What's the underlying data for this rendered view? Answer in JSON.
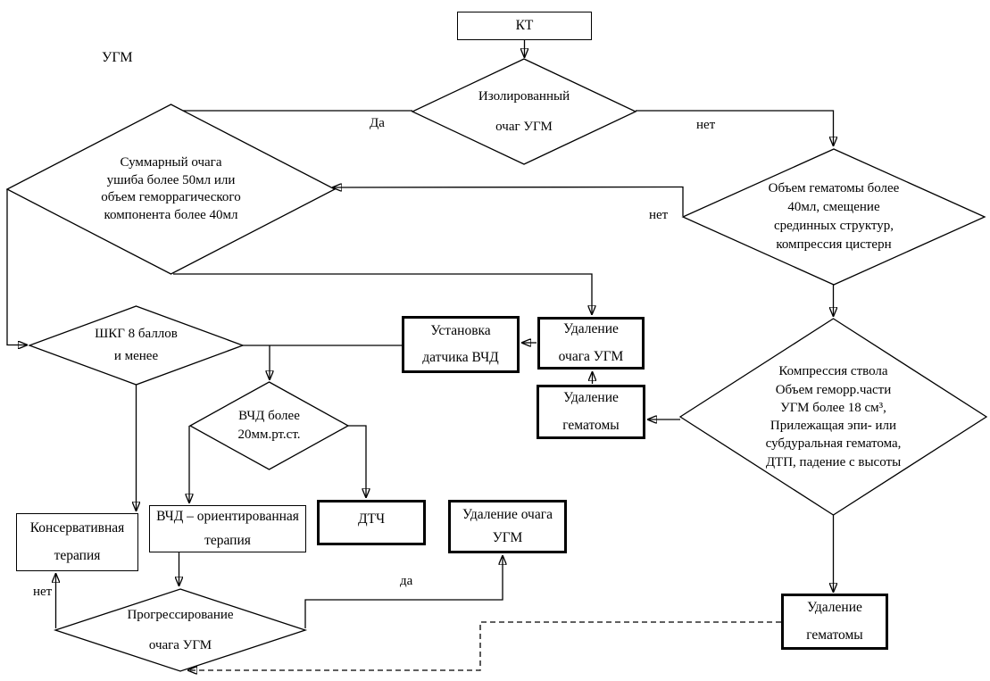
{
  "title": "УГМ",
  "nodes": {
    "kt": "КТ",
    "isolated": "Изолированный\nочаг УГМ",
    "summary_volume": "Суммарный очага\nушиба более 50мл или\nобъем геморрагического\nкомпонента более 40мл",
    "hematoma_volume": "Объем гематомы более\n40мл, смещение\nсрединных структур,\nкомпрессия цистерн",
    "gcs": "ШКГ 8 баллов\nи менее",
    "icp_level": "ВЧД более\n20мм.рт.ст.",
    "compression": "Компрессия ствола\nОбъем геморр.части\nУГМ более 18 см³,\nПрилежащая эпи- или\nсубдуральная гематома,\nДТП, падение с высоты",
    "progression": "Прогрессирование\nочага УГМ",
    "icp_sensor": "Установка\nдатчика ВЧД",
    "remove_focus": "Удаление\nочага УГМ",
    "remove_hematoma": "Удаление\nгематомы",
    "conservative": "Консервативная\nтерапия",
    "icp_therapy": "ВЧД – ориентированная\nтерапия",
    "dtch": "ДТЧ",
    "remove_focus_bottom": "Удаление очага\nУГМ",
    "remove_hematoma_right": "Удаление\nгематомы"
  },
  "edge_labels": {
    "da_top": "Да",
    "net_top": "нет",
    "net_mid": "нет",
    "net_bottom": "нет",
    "da_bottom": "да"
  },
  "colors": {
    "line": "#000000",
    "background": "#ffffff",
    "node_fill": "#ffffff"
  }
}
